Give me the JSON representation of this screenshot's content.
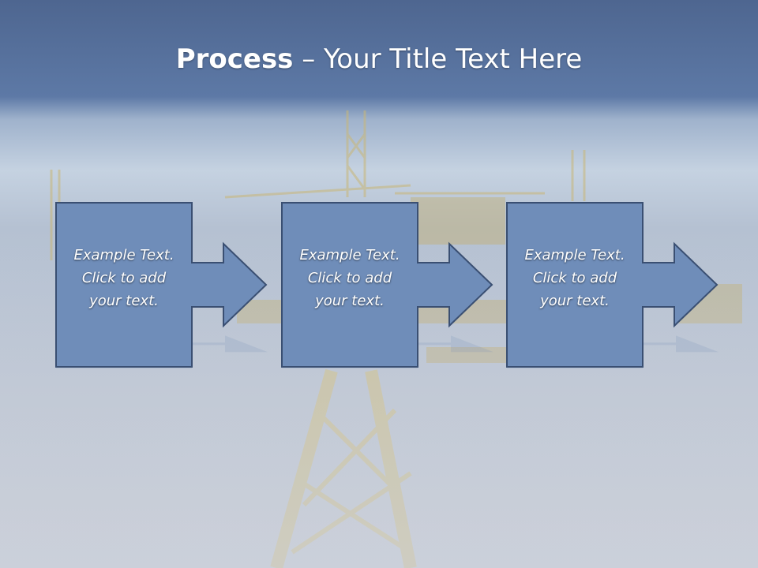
{
  "slide": {
    "title_bold": "Process",
    "title_rest": " – Your Title Text Here"
  },
  "steps": [
    {
      "line1": "Example Text.",
      "line2": "Click  to add",
      "line3": "your text."
    },
    {
      "line1": "Example Text.",
      "line2": "Click  to add",
      "line3": "your text."
    },
    {
      "line1": "Example Text.",
      "line2": "Click  to add",
      "line3": "your text."
    }
  ],
  "colors": {
    "title_band": "#5570a0",
    "box_fill": "#6f8db9",
    "box_border": "#3a4f72",
    "sea": "#c8cfd9"
  }
}
